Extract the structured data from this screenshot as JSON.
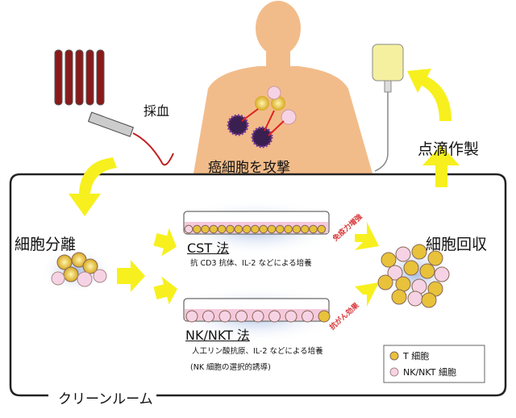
{
  "labels": {
    "blood_draw": "採血",
    "attack": "癌細胞を攻撃",
    "drip": "点滴作製",
    "separation": "細胞分離",
    "collection": "細胞回収",
    "clean_room": "クリーンルーム"
  },
  "methods": [
    {
      "title": "CST 法",
      "desc": "抗 CD3 抗体、IL-2 などによる培養",
      "effect": "免疫力増強"
    },
    {
      "title": "NK/NKT 法",
      "desc": "人工リン酸抗原、IL-2 などによる培養",
      "note": "(NK 細胞の選択的誘導)",
      "effect": "抗がん効果"
    }
  ],
  "legend": [
    {
      "label": "T 細胞",
      "color": "#e8c23a"
    },
    {
      "label": "NK/NKT 細胞",
      "color": "#f6d3e4"
    }
  ],
  "colors": {
    "arrow": "#f7f01e",
    "skin": "#f2bc8a",
    "dish_blue": "#b9c8e6"
  }
}
